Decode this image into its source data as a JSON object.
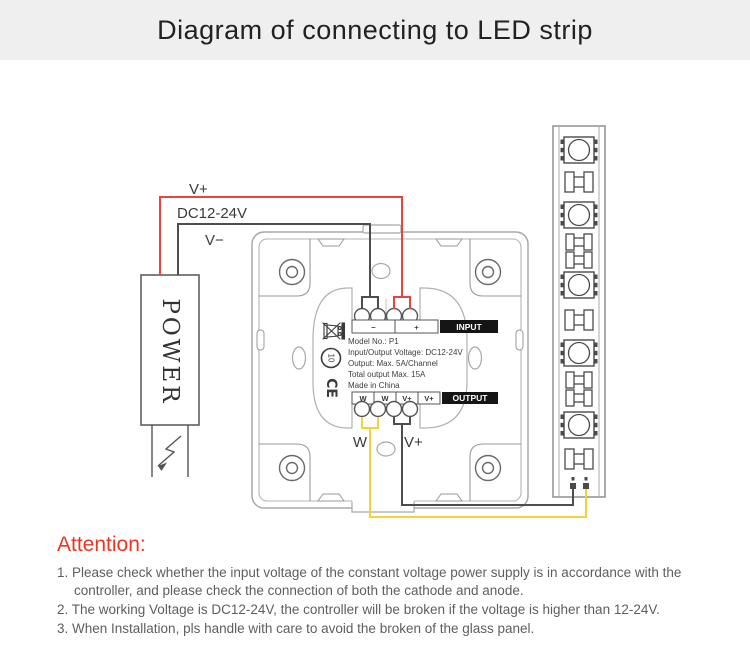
{
  "header": {
    "title": "Diagram of connecting to LED strip",
    "bg_color": "#efefef",
    "text_color": "#222222"
  },
  "power_supply": {
    "label": "POWER"
  },
  "wires": {
    "v_plus_label": "V+",
    "dc_label": "DC12-24V",
    "v_minus_label": "V−",
    "w_label": "W",
    "v_plus_out_label": "V+",
    "colors": {
      "v_plus_wire": "#e8433f",
      "v_minus_wire": "#4d4d4d",
      "w_wire": "#f2d23e",
      "w_label_color": "#f5a623"
    }
  },
  "controller": {
    "input_cells": [
      "−",
      "+"
    ],
    "input_badge": "INPUT",
    "output_cells": [
      "W",
      "W",
      "V+",
      "V+"
    ],
    "output_badge": "OUTPUT",
    "specs": [
      "Model No.: P1",
      "Input/Output Voltage: DC12-24V",
      "Output: Max. 5A/Channel",
      "Total output Max. 15A",
      "Made in China"
    ],
    "ce_mark": "CE",
    "rohs_years": "10",
    "certification_icons": [
      "weee-crossed-bin-icon",
      "rohs-epup-circle-icon",
      "ce-mark"
    ]
  },
  "led_strip": {
    "pattern": [
      "led",
      "resistor",
      "led",
      "double-resistor",
      "led",
      "resistor",
      "led",
      "double-resistor",
      "led",
      "resistor"
    ]
  },
  "attention": {
    "heading": "Attention:",
    "color": "#ee3524",
    "items": [
      "1. Please check whether the input voltage of the constant voltage power supply is in accordance with the controller, and please check the connection of both the cathode and anode.",
      "2. The working Voltage is DC12-24V, the controller will be broken if the voltage is higher than 12-24V.",
      "3. When Installation, pls handle with care to avoid the broken of the glass panel."
    ]
  }
}
